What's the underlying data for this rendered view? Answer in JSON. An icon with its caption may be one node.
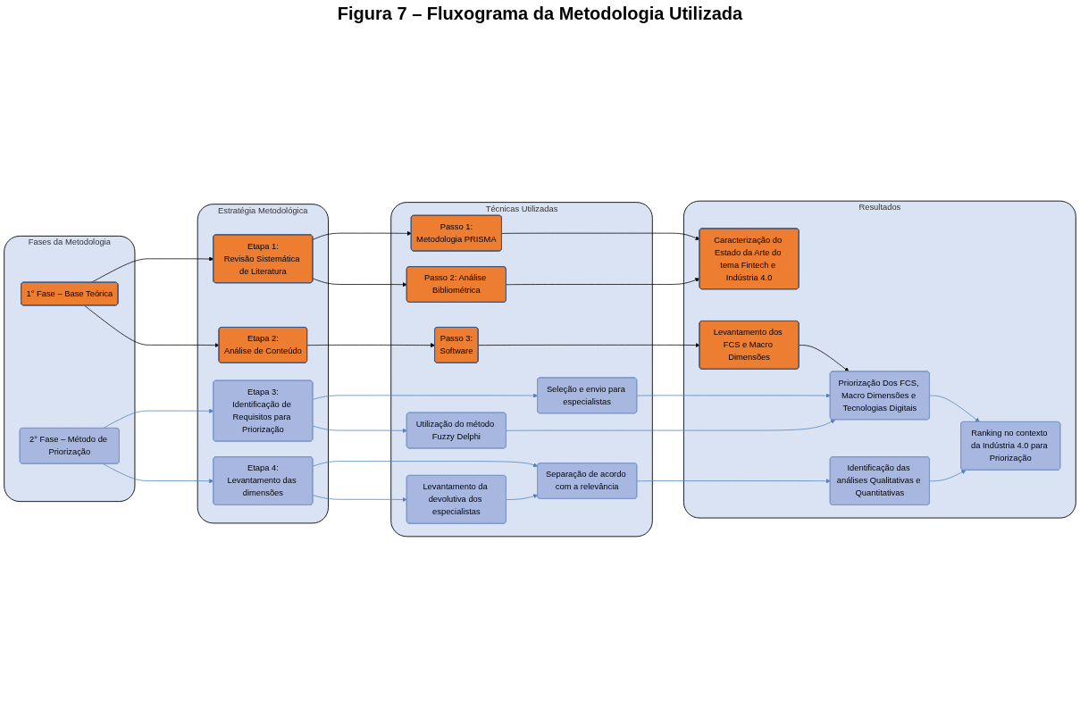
{
  "diagram": {
    "title": "Figura 7 – Fluxograma da Metodologia Utilizada",
    "nodes": [
      {
        "text": [
          "Fases da Metodologia"
        ]
      },
      {
        "text": [
          "Estratégia Metodológica"
        ]
      },
      {
        "text": [
          "Técnicas Utilizadas"
        ]
      },
      {
        "text": [
          "Resultados"
        ]
      },
      {
        "text": [
          "1° Fase – Base Teórica"
        ],
        "in": 0
      },
      {
        "text": [
          "2° Fase – Método de Priorização"
        ],
        "in": 0
      },
      {
        "text": [
          "Etapa 1:",
          "Revisão Sistemática de Literatura"
        ],
        "in": 1
      },
      {
        "text": [
          "Etapa 2:",
          "Análise de Conteúdo"
        ],
        "in": 1
      },
      {
        "text": [
          "Etapa 3:",
          "Identificação de Requisitos para Priorização"
        ],
        "in": 1
      },
      {
        "text": [
          "Etapa 4:",
          "Levantamento das dimensões"
        ],
        "in": 1
      },
      {
        "text": [
          "Passo 1:",
          "Metodologia PRISMA"
        ],
        "in": 2
      },
      {
        "text": [
          "Passo 2: Análise Bibliométrica"
        ],
        "in": 2
      },
      {
        "text": [
          "Passo 3:",
          "Software"
        ],
        "in": 2
      },
      {
        "text": [
          "Seleção e envio para especialistas"
        ],
        "in": 2
      },
      {
        "text": [
          "Utilização do método Fuzzy Delphi"
        ],
        "in": 2
      },
      {
        "text": [
          "Separação de acordo com a relevância"
        ],
        "in": 2
      },
      {
        "text": [
          "Levantamento da devolutiva dos especialistas"
        ],
        "in": 2
      },
      {
        "text": [
          "Caracterização do Estado da Arte do tema Fintech e Indústria 4.0"
        ],
        "in": 3
      },
      {
        "text": [
          "Levantamento dos FCS e Macro Dimensões"
        ],
        "in": 3
      },
      {
        "text": [
          "Priorização Dos FCS, Macro Dimensões e Tecnologias Digitais"
        ],
        "in": 3
      },
      {
        "text": [
          "Ranking no contexto da Indústria 4.0 para Priorização"
        ],
        "in": 3
      },
      {
        "text": [
          "Identificação das análises Qualitativas e Quantitativas"
        ],
        "in": 3
      }
    ],
    "edges": [
      {
        "from": 4,
        "to": 6,
        "arrow": "to",
        "color": "#000000"
      },
      {
        "from": 4,
        "to": 7,
        "arrow": "to",
        "color": "#000000"
      },
      {
        "from": 5,
        "to": 8,
        "arrow": "to"
      },
      {
        "from": 5,
        "to": 9,
        "arrow": "to"
      },
      {
        "from": 6,
        "to": 10,
        "arrow": "to",
        "color": "#000000"
      },
      {
        "from": 6,
        "to": 11,
        "arrow": "to",
        "color": "#000000"
      },
      {
        "from": 7,
        "to": 12,
        "arrow": "to",
        "color": "#000000"
      },
      {
        "from": 8,
        "to": 13,
        "arrow": "to"
      },
      {
        "from": 8,
        "to": 14,
        "arrow": "to"
      },
      {
        "from": 9,
        "to": 15,
        "arrow": "to"
      },
      {
        "from": 9,
        "to": 16,
        "arrow": "to"
      },
      {
        "from": 16,
        "to": 15,
        "arrow": "to"
      },
      {
        "from": 10,
        "to": 17,
        "arrow": "to",
        "color": "#000000"
      },
      {
        "from": 11,
        "to": 17,
        "arrow": "to",
        "color": "#000000"
      },
      {
        "from": 12,
        "to": 18,
        "arrow": "to",
        "color": "#000000"
      },
      {
        "from": 18,
        "to": 19,
        "arrow": "to",
        "color": "#000000"
      },
      {
        "from": 13,
        "to": 19,
        "arrow": "to"
      },
      {
        "from": 14,
        "to": 19,
        "arrow": "to"
      },
      {
        "from": 15,
        "to": 21,
        "arrow": "to"
      },
      {
        "from": 19,
        "to": 20,
        "arrow": "to"
      },
      {
        "from": 21,
        "to": 20,
        "arrow": "to"
      }
    ]
  }
}
